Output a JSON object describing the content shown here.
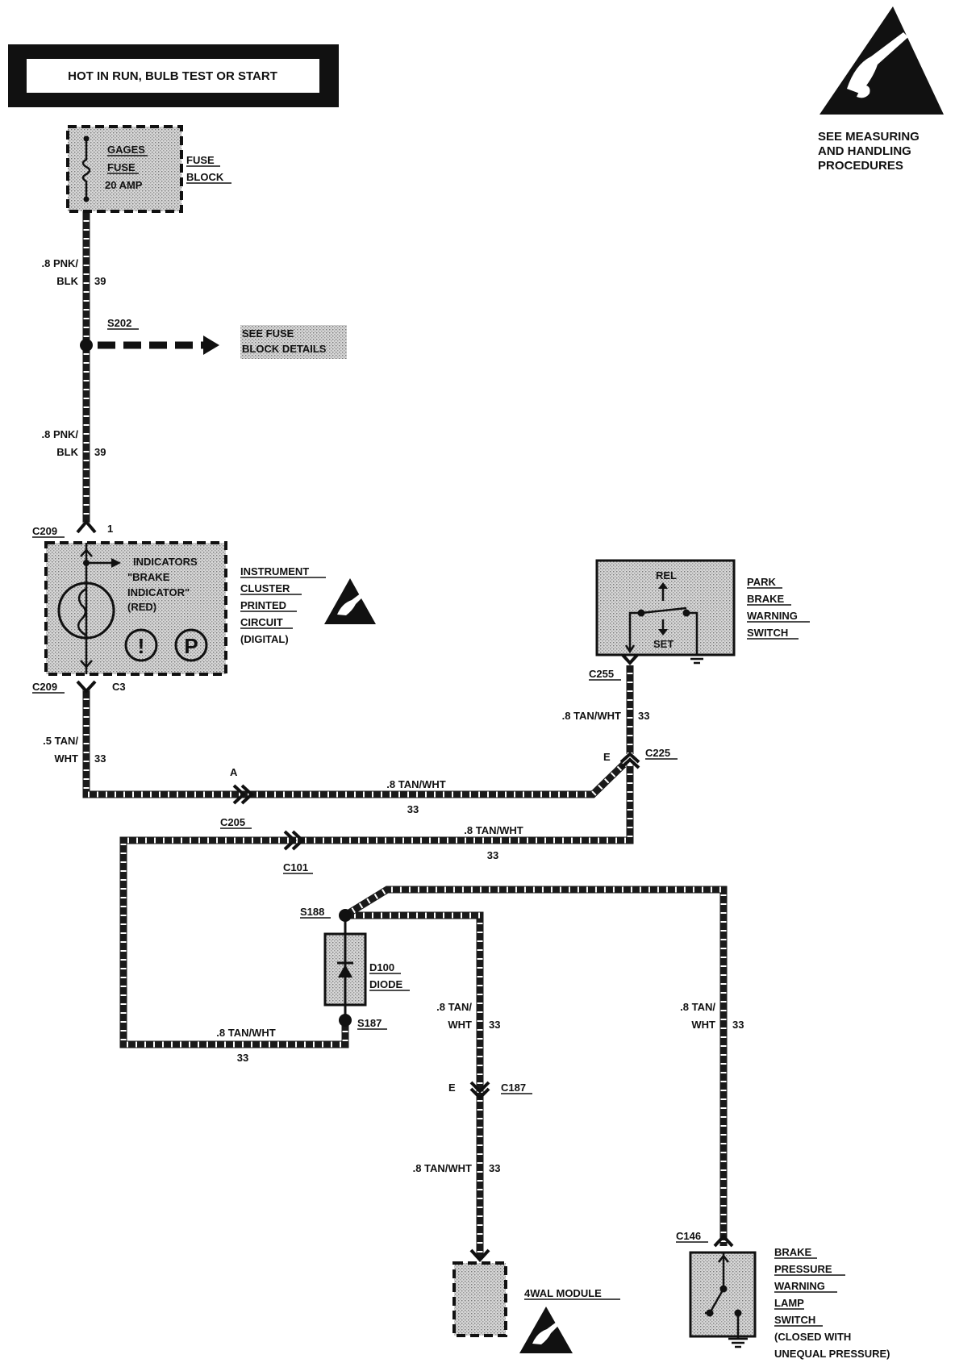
{
  "power": {
    "title": "HOT IN RUN, BULB TEST OR START"
  },
  "warning": {
    "line1": "SEE MEASURING",
    "line2": "AND HANDLING",
    "line3": "PROCEDURES"
  },
  "fuse": {
    "line1": "GAGES",
    "line2": "FUSE",
    "line3": "20 AMP",
    "block1": "FUSE",
    "block2": "BLOCK"
  },
  "wires": {
    "w1": {
      "a": ".8 PNK/",
      "b": "BLK",
      "num": "39"
    },
    "w2": {
      "a": ".8 PNK/",
      "b": "BLK",
      "num": "39"
    },
    "w3": {
      "a": ".5 TAN/",
      "b": "WHT",
      "num": "33"
    },
    "w4": {
      "text": ".8  TAN/WHT",
      "num": "33"
    },
    "w5": {
      "text": ".8  TAN/WHT",
      "num": "33"
    },
    "w6": {
      "text": ".8 TAN/WHT",
      "num": "33"
    },
    "w7": {
      "text": ".8  TAN/WHT",
      "num": "33"
    },
    "w8": {
      "a": ".8 TAN/",
      "b": "WHT",
      "num": "33"
    },
    "w9": {
      "a": ".8 TAN/",
      "b": "WHT",
      "num": "33"
    },
    "w10": {
      "text": ".8 TAN/WHT",
      "num": "33"
    }
  },
  "splices": {
    "s202": "S202",
    "s188": "S188",
    "s187": "S187"
  },
  "see_fuse": {
    "line1": "SEE FUSE",
    "line2": "BLOCK DETAILS"
  },
  "connectors": {
    "c209_top": "C209",
    "c209_pin": "1",
    "c209_bot": "C209",
    "c3": "C3",
    "c255": "C255",
    "c225": "C225",
    "c225_pin": "E",
    "c205": "C205",
    "c205_pin": "A",
    "c101": "C101",
    "c187": "C187",
    "c187_pin": "E",
    "c146": "C146"
  },
  "cluster": {
    "ind1": "INDICATORS",
    "ind2": "\"BRAKE",
    "ind3": "INDICATOR\"",
    "ind4": "(RED)",
    "sym1": "!",
    "sym2": "P",
    "name1": "INSTRUMENT",
    "name2": "CLUSTER",
    "name3": "PRINTED",
    "name4": "CIRCUIT",
    "name5": "(DIGITAL)"
  },
  "park_switch": {
    "rel": "REL",
    "set": "SET",
    "l1": "PARK",
    "l2": "BRAKE",
    "l3": "WARNING",
    "l4": "SWITCH"
  },
  "diode": {
    "l1": "D100",
    "l2": "DIODE"
  },
  "module": {
    "name": "4WAL MODULE"
  },
  "pressure_switch": {
    "l1": "BRAKE",
    "l2": "PRESSURE",
    "l3": "WARNING",
    "l4": "LAMP",
    "l5": "SWITCH",
    "l6": "(CLOSED WITH",
    "l7": "UNEQUAL PRESSURE)"
  }
}
